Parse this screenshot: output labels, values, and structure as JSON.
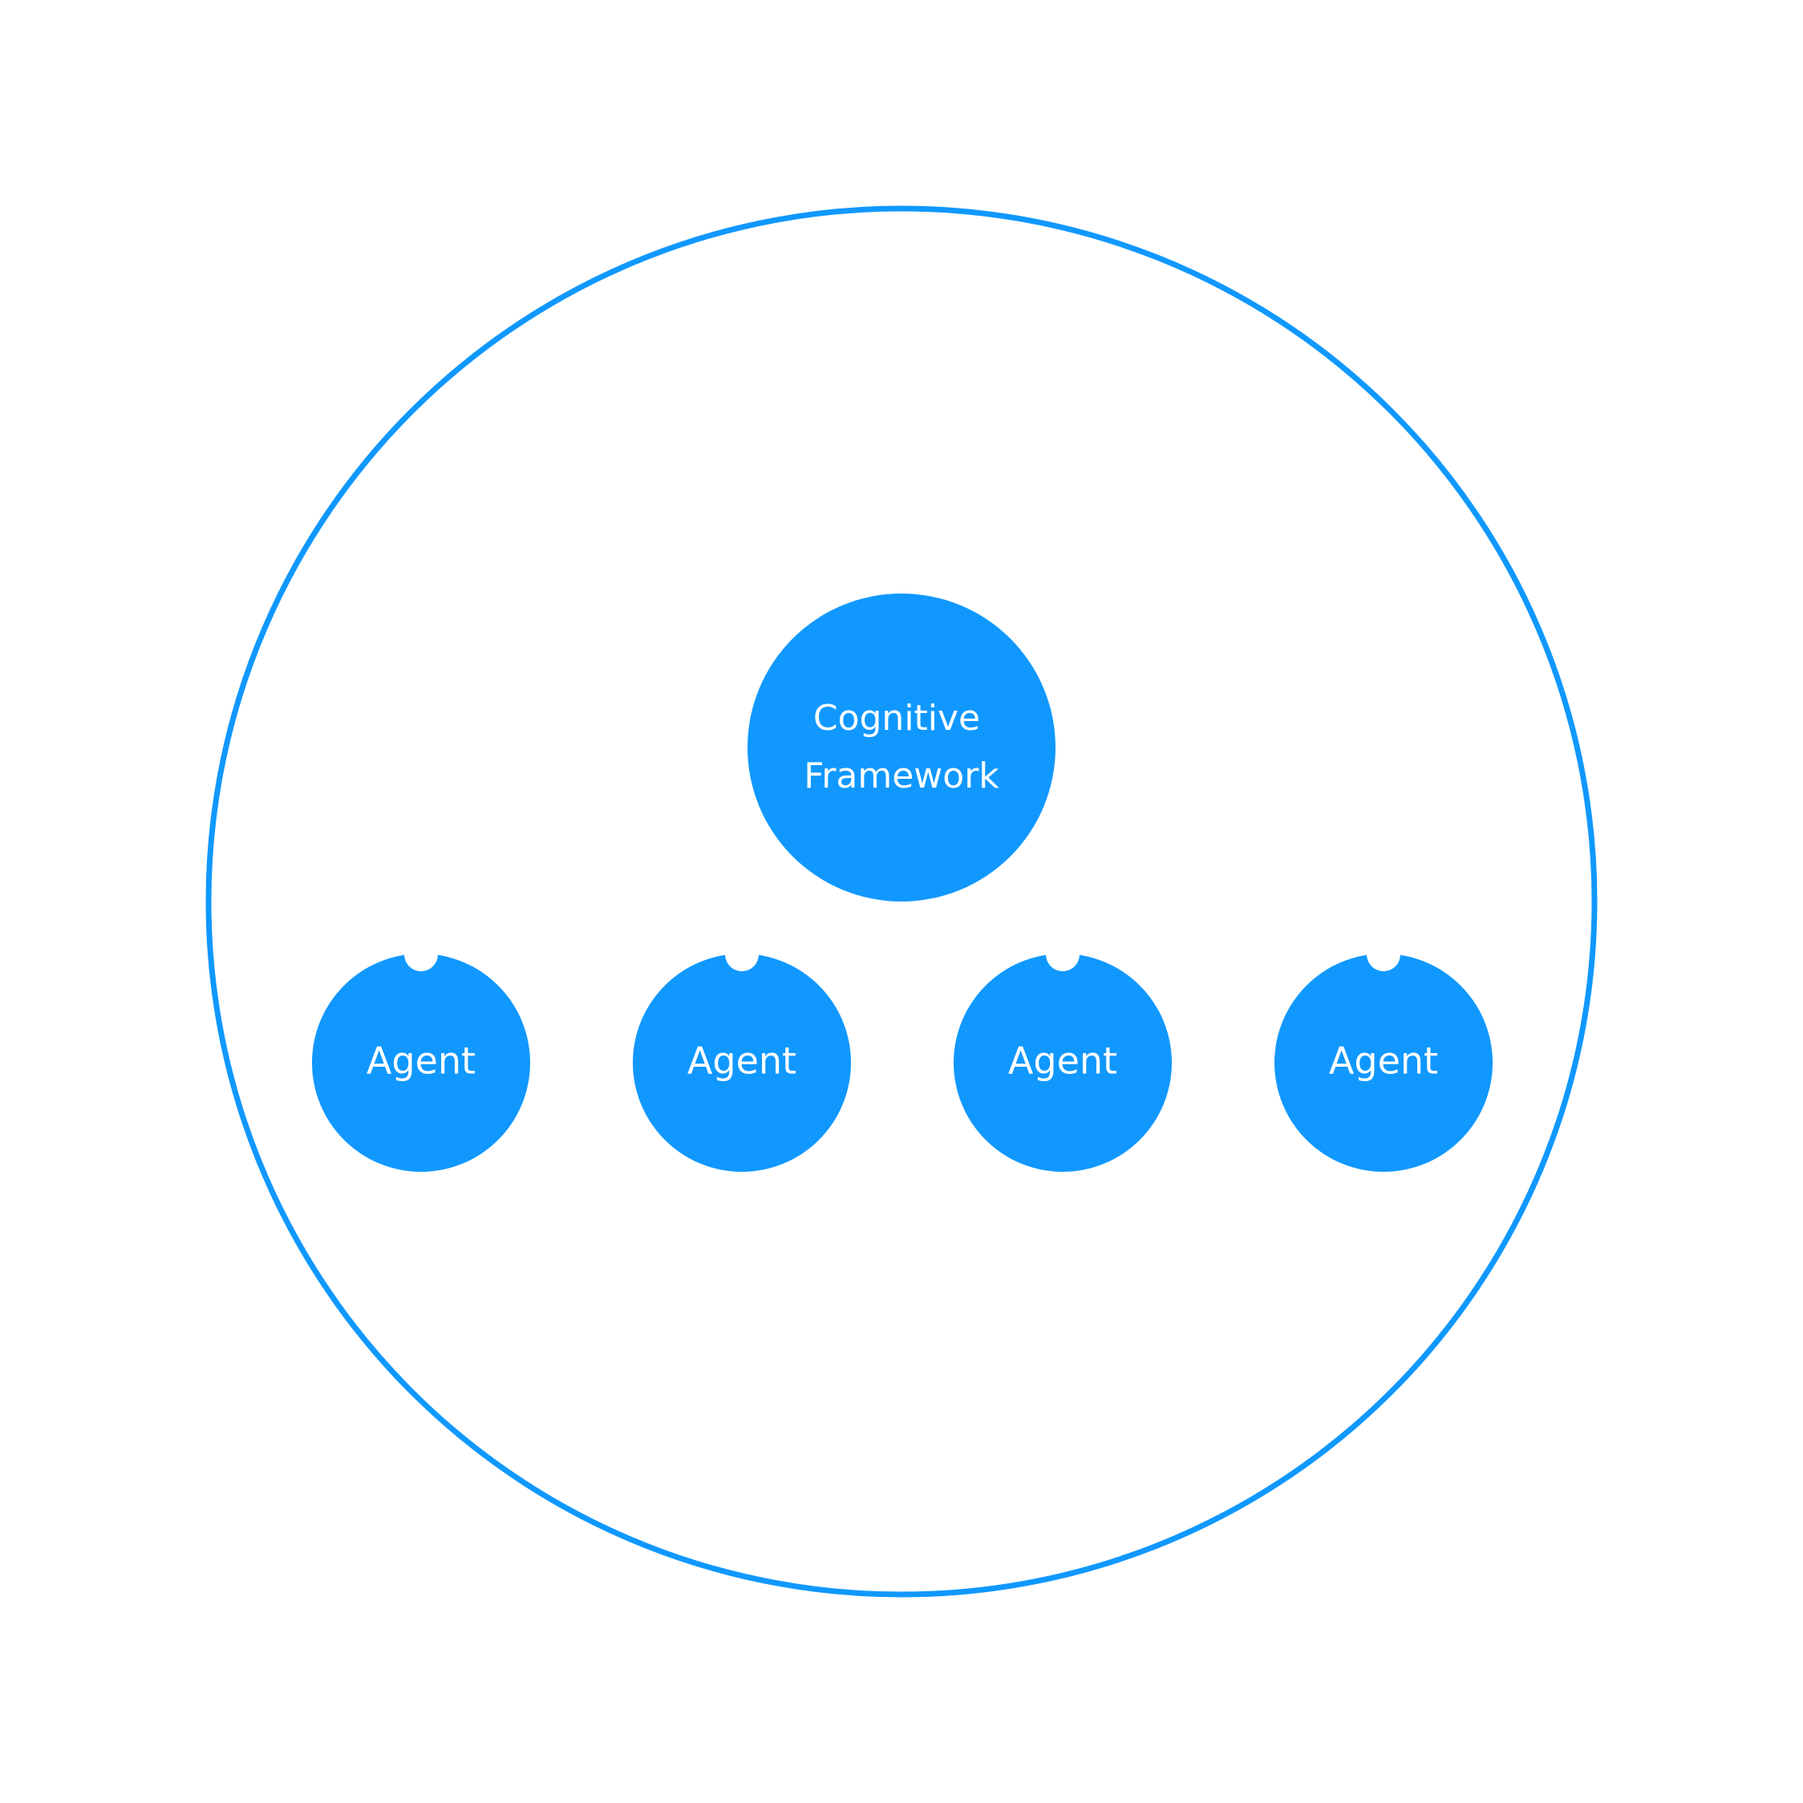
{
  "colors": {
    "background": "#ffffff",
    "accent": "#1098FF",
    "node_text": "#ffffff"
  },
  "diagram": {
    "center_node": {
      "label_line1": "Cognitive",
      "label_line2": "Framework"
    },
    "agents": [
      {
        "label": "Agent"
      },
      {
        "label": "Agent"
      },
      {
        "label": "Agent"
      },
      {
        "label": "Agent"
      }
    ]
  }
}
